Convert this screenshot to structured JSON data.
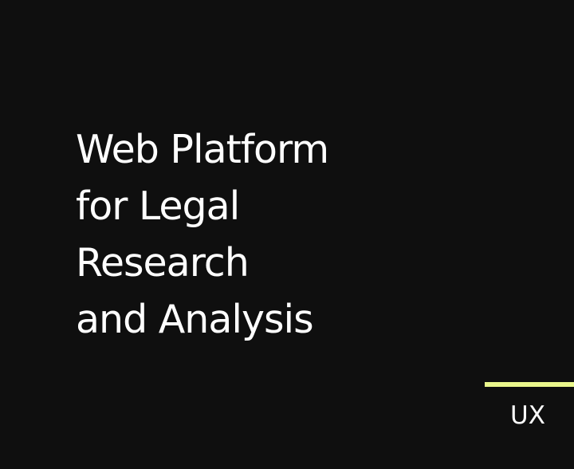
{
  "card": {
    "title_lines": [
      "Web Platform",
      "for Legal",
      "Research",
      "and Analysis"
    ],
    "tag": "UX"
  },
  "colors": {
    "background": "#0f0f0f",
    "text": "#ffffff",
    "accent": "#eaf78c"
  }
}
